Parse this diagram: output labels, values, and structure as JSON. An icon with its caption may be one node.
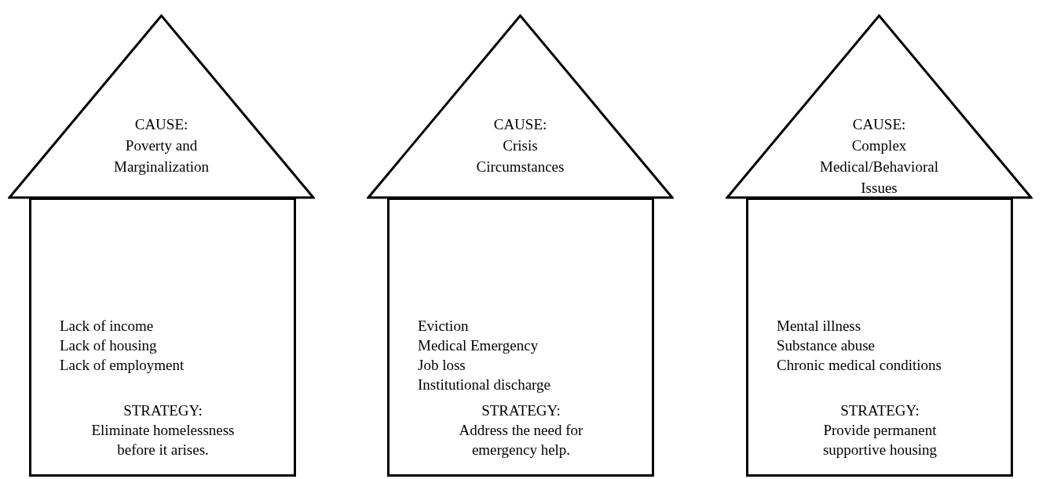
{
  "diagram": {
    "nodes": [
      {
        "text": [
          "CAUSE:",
          "Poverty and Marginalization"
        ]
      },
      {
        "text": [
          "Lack of income",
          "Lack of housing",
          "Lack of employment",
          "STRATEGY:",
          "Eliminate homelessness before it arises."
        ]
      },
      {
        "text": [
          "CAUSE:",
          "Crisis Circumstances"
        ]
      },
      {
        "text": [
          "Eviction",
          "Medical Emergency",
          "Job loss",
          "Institutional discharge",
          "STRATEGY:",
          "Address the need for emergency help."
        ]
      },
      {
        "text": [
          "CAUSE:",
          "Complex Medical/Behavioral Issues"
        ]
      },
      {
        "text": [
          "Mental illness",
          "Substance abuse",
          "Chronic medical conditions",
          "STRATEGY:",
          "Provide permanent supportive housing"
        ]
      }
    ]
  }
}
